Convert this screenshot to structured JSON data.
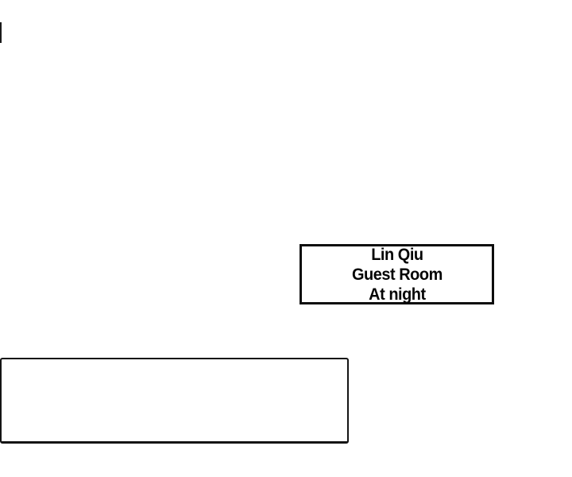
{
  "page": {
    "background_color": "#ffffff",
    "ink_color": "#0d0d0d"
  },
  "caption_box": {
    "lines": [
      "Lin Qiu",
      "Guest Room",
      "At night"
    ]
  },
  "bottom_panel": {
    "text": ""
  }
}
